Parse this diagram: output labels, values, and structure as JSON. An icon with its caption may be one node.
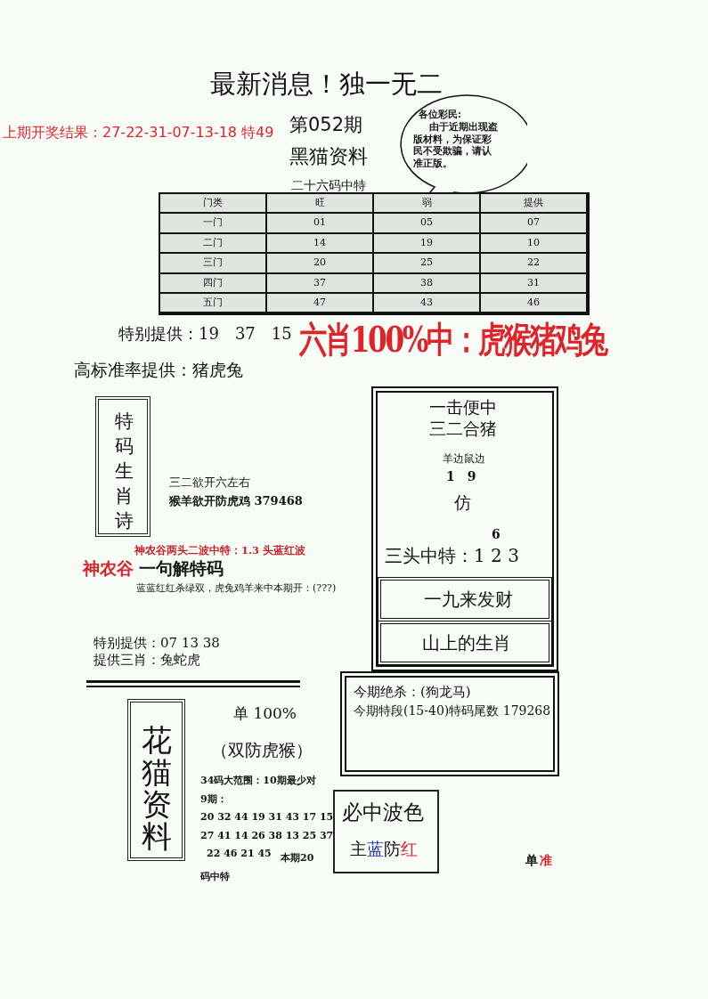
{
  "diagram": {
    "title": "最新消息！独一无二",
    "nodes": [
      {
        "text": [
          "各位彩民:",
          "由于近期出现盗版材料，为保证彩民不受欺骗，请认准正版。"
        ]
      },
      {
        "text": [
          "特码生肖诗"
        ]
      },
      {
        "text": [
          "一击便中",
          "三二合猪",
          "羊边鼠边",
          "1　9",
          "仿",
          "6",
          "三头中特：1 2 3"
        ]
      },
      {
        "text": [
          "一九来发财"
        ],
        "in": 2
      },
      {
        "text": [
          "山上的生肖"
        ],
        "in": 2
      },
      {
        "text": [
          "今期绝杀：(狗龙马)",
          "今期特段(15-40)特码尾数 179268"
        ]
      },
      {
        "text": [
          "花猫资料"
        ]
      },
      {
        "text": [
          "必中波色",
          "主蓝防红"
        ]
      }
    ],
    "labels": [
      "上期开奖结果：27-22-31-07-13-18 特49",
      "第052期",
      "黑猫资料",
      "二十六码中特",
      "门类",
      "旺",
      "弱",
      "提供",
      "一门",
      "01",
      "05",
      "07",
      "二门",
      "14",
      "19",
      "10",
      "三门",
      "20",
      "25",
      "22",
      "四门",
      "37",
      "38",
      "31",
      "五门",
      "47",
      "43",
      "46",
      "特别提供：19　37　15",
      "六肖100%中：虎猴猪鸡兔",
      "高标准率提供：猪虎兔",
      "三二欲开六左右",
      "猴羊欲开防虎鸡 379468",
      "神农谷两头二波中特：1.3 头蓝红波",
      "神农谷",
      "一句解特码",
      "蓝蓝红红杀绿双，虎兔鸡羊来中本期开：(???)",
      "特别提供：07 13 38",
      "提供三肖：兔蛇虎",
      "单 100%",
      "（双防虎猴）",
      "34码大范围：10期最少对9期：",
      "20 32 44 19 31 43 17 15",
      "27 41 14 26 38 13 25 37",
      "22 46 21 45",
      "本期20码中特",
      "单",
      "准"
    ]
  }
}
